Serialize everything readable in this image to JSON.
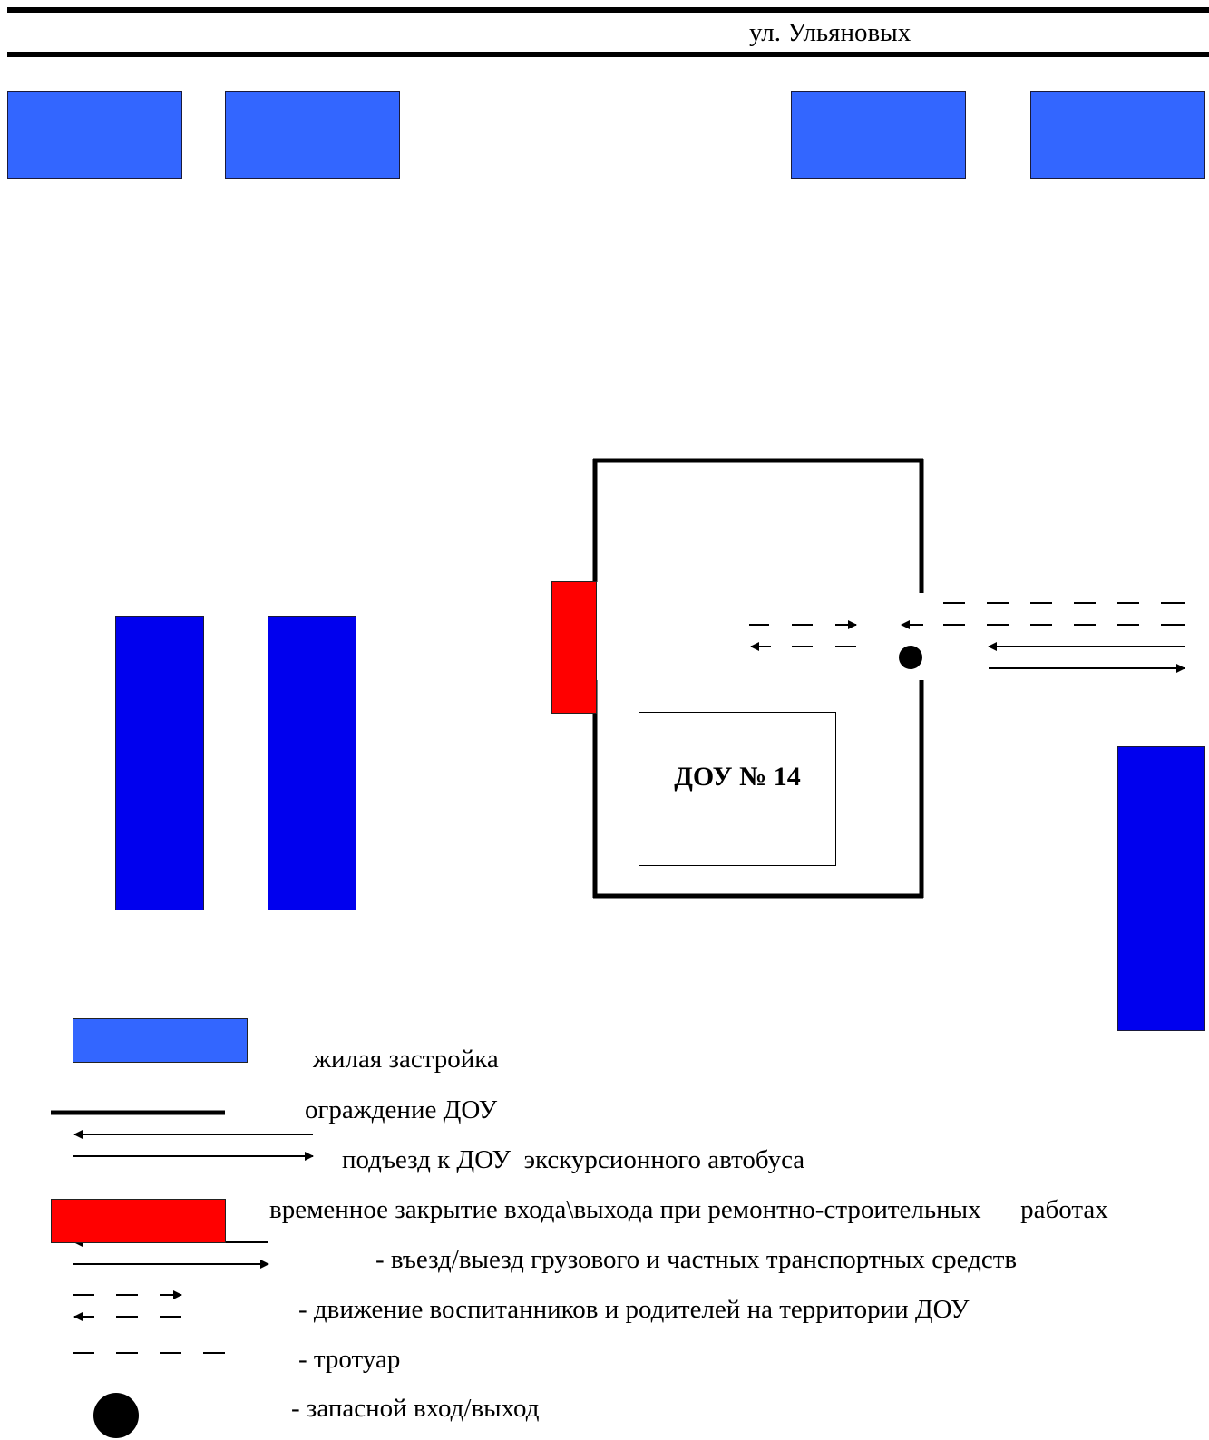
{
  "map": {
    "street_name": "ул. Ульяновых",
    "building_label": "ДОУ № 14",
    "colors": {
      "residential": "#3366ff",
      "residential_dark": "#0000ee",
      "temp_closure": "#ff0000",
      "fence": "#000000"
    }
  },
  "legend": {
    "residential": "жилая застройка",
    "fence": "ограждение ДОУ",
    "bus_access": "подъезд к ДОУ  экскурсионного автобуса",
    "temp_closure": "временное закрытие входа\\выхода при ремонтно-строительных      работах",
    "vehicle_entry": "- въезд/выезд грузового и частных транспортных средств",
    "pedestrian_movement": "- движение воспитанников и родителей на территории ДОУ",
    "sidewalk": "- тротуар",
    "emergency_exit": "- запасной вход/выход"
  }
}
